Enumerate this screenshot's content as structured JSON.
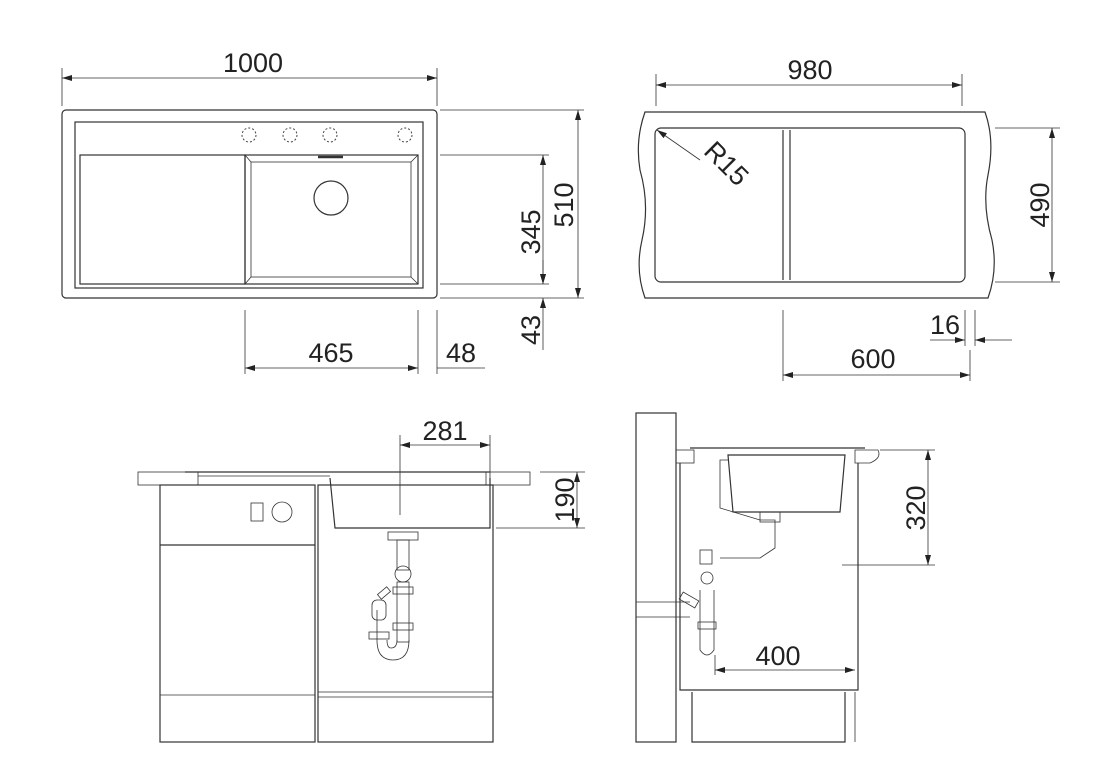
{
  "drawing": {
    "top_view": {
      "width": "1000",
      "depth": "510",
      "bowl_depth": "345",
      "rear_margin": "43",
      "bowl_width": "465",
      "side_margin": "48"
    },
    "cutout_view": {
      "width": "980",
      "depth": "490",
      "radius": "R15",
      "offset": "16",
      "bowl_cutout": "600"
    },
    "front_view": {
      "bowl_center": "281",
      "bowl_height": "190"
    },
    "side_view": {
      "height": "320",
      "wall_distance": "400"
    }
  }
}
